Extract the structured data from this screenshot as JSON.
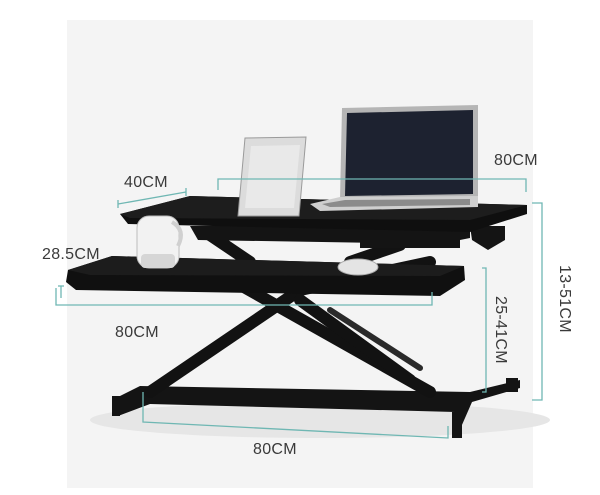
{
  "dimensions": {
    "top_depth": "40CM",
    "top_width": "80CM",
    "keyboard_depth": "28.5CM",
    "keyboard_width": "80CM",
    "lift_range": "25-41CM",
    "total_height": "13-51CM",
    "base_width": "80CM"
  },
  "colors": {
    "background": "#ffffff",
    "photo_card": "#f4f4f4",
    "desk": "#151515",
    "measure_line": "#6fb7b3",
    "label_text": "#3a3a3a"
  }
}
